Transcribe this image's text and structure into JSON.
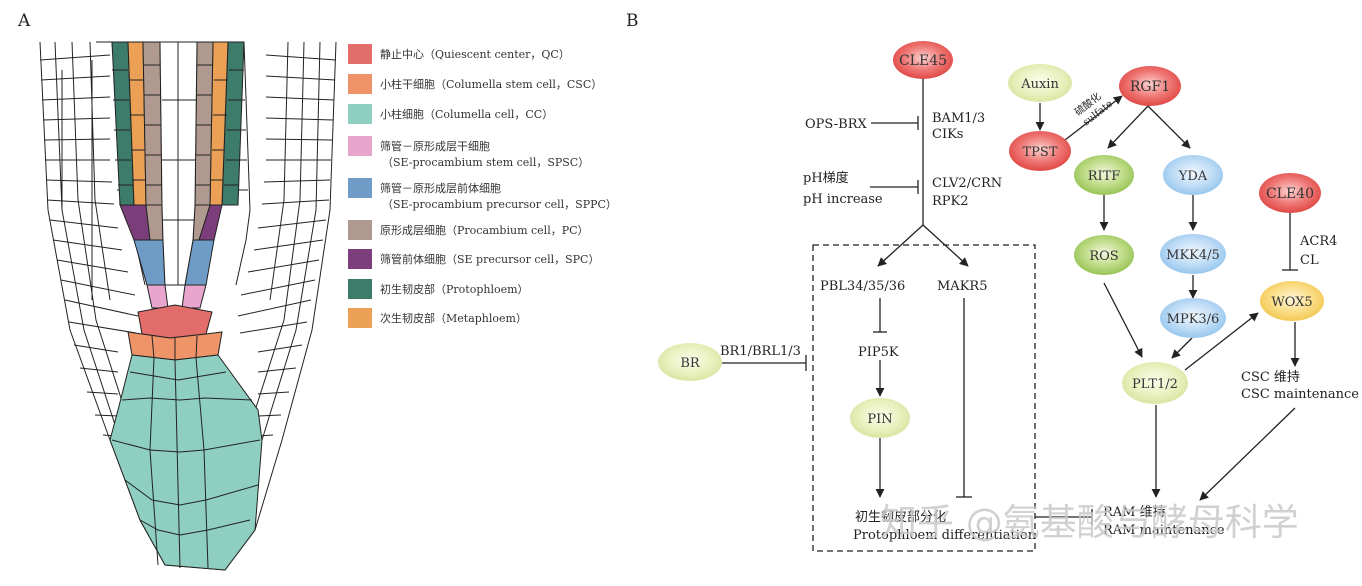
{
  "panels": {
    "a_label": "A",
    "b_label": "B"
  },
  "legend": [
    {
      "line1": "静止中心（Quiescent center，QC）",
      "line2": "",
      "color": "#e26d6a"
    },
    {
      "line1": "小柱干细胞（Columella stem cell，CSC）",
      "line2": "",
      "color": "#ee9468"
    },
    {
      "line1": "小柱细胞（Columella cell，CC）",
      "line2": "",
      "color": "#8ecfc1"
    },
    {
      "line1": "筛管－原形成层干细胞",
      "line2": "（SE-procambium stem cell，SPSC）",
      "color": "#e8a6cf"
    },
    {
      "line1": "筛管－原形成层前体细胞",
      "line2": "（SE-procambium precursor cell，SPPC）",
      "color": "#6e9cc7"
    },
    {
      "line1": "原形成层细胞（Procambium cell，PC）",
      "line2": "",
      "color": "#b09a8f"
    },
    {
      "line1": "筛管前体细胞（SE precursor cell，SPC）",
      "line2": "",
      "color": "#7c3e7a"
    },
    {
      "line1": "初生韧皮部（Protophloem）",
      "line2": "",
      "color": "#3d7b6a"
    },
    {
      "line1": "次生韧皮部（Metaphloem）",
      "line2": "",
      "color": "#eba056"
    }
  ],
  "nodes": {
    "cle45": "CLE45",
    "auxin": "Auxin",
    "rgf1": "RGF1",
    "tpst": "TPST",
    "ritf": "RITF",
    "yda": "YDA",
    "cle40": "CLE40",
    "ros": "ROS",
    "mkk45": "MKK4/5",
    "mpk36": "MPK3/6",
    "wox5": "WOX5",
    "plt12": "PLT1/2",
    "br": "BR",
    "pin": "PIN"
  },
  "labels": {
    "bam1": "BAM1/3",
    "ciks": "CIKs",
    "ops_brx": "OPS-BRX",
    "ph_grad": "pH梯度",
    "ph_inc": "pH increase",
    "clv2": "CLV2/CRN",
    "rpk2": "RPK2",
    "sulf_cn": "硫酸化",
    "sulf_en": "sulfate",
    "acr4": "ACR4",
    "cl": "CL",
    "pbl": "PBL34/35/36",
    "makr5": "MAKR5",
    "pip5k": "PIP5K",
    "br1": "BR1/BRL1/3",
    "csc_cn": "CSC 维持",
    "csc_en": "CSC maintenance",
    "ram_cn": "RAM 维持",
    "ram_en": "RAM maintenance",
    "proto_cn": "初生韧皮部分化",
    "proto_en": "Protophloem differentiation"
  },
  "watermark": "知乎 @氨基酸与酵母科学",
  "colors": {
    "red": "#e0524f",
    "green": "#a9cf6a",
    "lightgreen": "#dfe9b0",
    "blue": "#9ccbee",
    "yellow": "#f5d063"
  }
}
